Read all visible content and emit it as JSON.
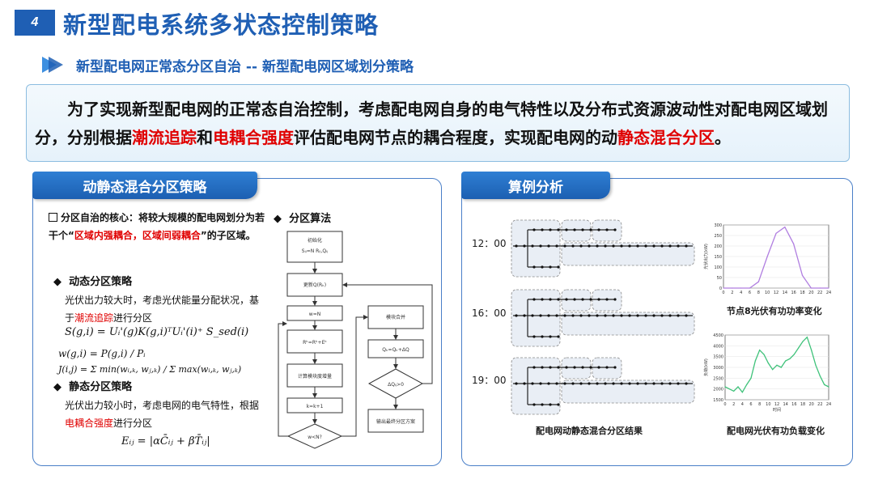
{
  "header": {
    "number": "4",
    "title": "新型配电系统多状态控制策略",
    "subtitle": "新型配电网正常态分区自治 -- 新型配电网区域划分策略"
  },
  "intro": {
    "part1": "为了实现新型配电网的正常态自治控制，考虑配电网自身的电气特性以及分布式资源波动性对配电网区域划分，分别根据",
    "hl1": "潮流追踪",
    "and": "和",
    "hl2": "电耦合强度",
    "part2": "评估配电网节点的耦合程度，实现配电网的动",
    "hl3": "静态混合分区",
    "end": "。"
  },
  "left_panel": {
    "tab": "动静态混合分区策略",
    "core_prefix": "分区自治的核心：将较大规模的配电网划分为若干个“",
    "core_hl": "区域内强耦合，区域间弱耦合",
    "core_suffix": "”的子区域。",
    "dynamic_title": "动态分区策略",
    "dynamic_p1": "光伏出力较大时，考虑光伏能量分配状况，基于",
    "dynamic_hl": "潮流追踪",
    "dynamic_p2": "进行分区",
    "formula1": "S(g,i) = Uᵢ'(g)K(g,i)ᵀUᵢ'(i)⁺ S_sed(i)",
    "formula2a": "w(g,i) = P(g,i) / Pᵢ",
    "formula2b": "J(i,j) = Σ min(wᵢ,ₖ, wⱼ,ₖ) / Σ max(wᵢ,ₖ, wⱼ,ₖ)",
    "static_title": "静态分区策略",
    "static_p1": "光伏出力较小时，考虑电网的电气特性，根据",
    "static_hl": "电耦合强度",
    "static_p2": "进行分区",
    "formula3": "Eᵢⱼ = |αC̄ᵢⱼ + βT̄ᵢⱼ|",
    "algo_title": "分区算法",
    "flow": {
      "init": "初始化",
      "init2": "Sᵢⱼ=N  Rᵢⱼ,Qᵢⱼ",
      "update": "更新Q(Rₖ)",
      "k": "w=N",
      "calc": "Rᵏ=Rᵏ+Eᵏ",
      "eval": "计算模块度增量",
      "loop": "k=k+1",
      "cond": "w<N?",
      "merge": "模块合并",
      "merge2": "Qₖ=Qₖ+ΔQ",
      "cond2": "ΔQᵢⱼ>0",
      "output": "输出最终分区方案"
    }
  },
  "right_panel": {
    "tab": "算例分析",
    "times": [
      "12：00",
      "16：00",
      "19：00"
    ],
    "caption_left": "配电网动静态混合分区结果",
    "chart1_caption": "节点8光伏有功功率变化",
    "chart2_caption": "配电网光伏有功负载变化",
    "chart1_ylabel": "光伏出力(kW)",
    "chart2_ylabel": "负荷(kW)",
    "chart2_xlabel": "时间"
  },
  "chart_data": [
    {
      "type": "line",
      "title": "节点8光伏有功功率变化",
      "xlabel": "",
      "ylabel": "光伏出力(kW)",
      "x": [
        0,
        2,
        4,
        6,
        8,
        10,
        12,
        14,
        16,
        18,
        20,
        22,
        24
      ],
      "xlim": [
        0,
        24
      ],
      "ylim": [
        0,
        300
      ],
      "yticks": [
        0,
        50,
        100,
        150,
        200,
        250,
        300
      ],
      "series": [
        {
          "values": [
            0,
            0,
            0,
            0,
            30,
            150,
            260,
            290,
            210,
            60,
            0,
            0,
            0
          ]
        }
      ],
      "color": "#b07ee0"
    },
    {
      "type": "line",
      "title": "配电网光伏有功负载变化",
      "xlabel": "时间",
      "ylabel": "负荷(kW)",
      "x": [
        0,
        1,
        2,
        3,
        4,
        5,
        6,
        7,
        8,
        9,
        10,
        11,
        12,
        13,
        14,
        15,
        16,
        17,
        18,
        19,
        20,
        21,
        22,
        23,
        24
      ],
      "xlim": [
        0,
        24
      ],
      "ylim": [
        1500,
        4500
      ],
      "yticks": [
        1500,
        2000,
        2500,
        3000,
        3500,
        4000,
        4500
      ],
      "series": [
        {
          "values": [
            2100,
            2000,
            1900,
            2100,
            1850,
            2200,
            2500,
            3300,
            3800,
            3600,
            3200,
            2900,
            3100,
            3000,
            3300,
            3400,
            3600,
            3900,
            4200,
            4400,
            3800,
            3100,
            2600,
            2200,
            2100
          ]
        }
      ],
      "color": "#3fc27a"
    }
  ]
}
